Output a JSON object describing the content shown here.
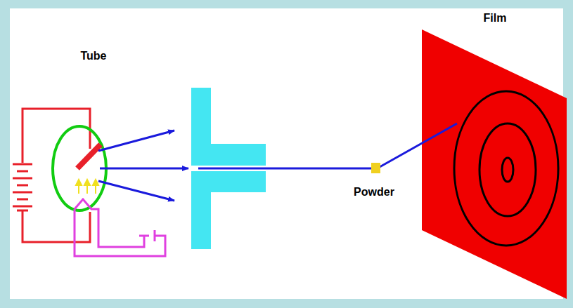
{
  "diagram": {
    "labels": [
      "Film",
      "Tube",
      "Powder"
    ]
  }
}
